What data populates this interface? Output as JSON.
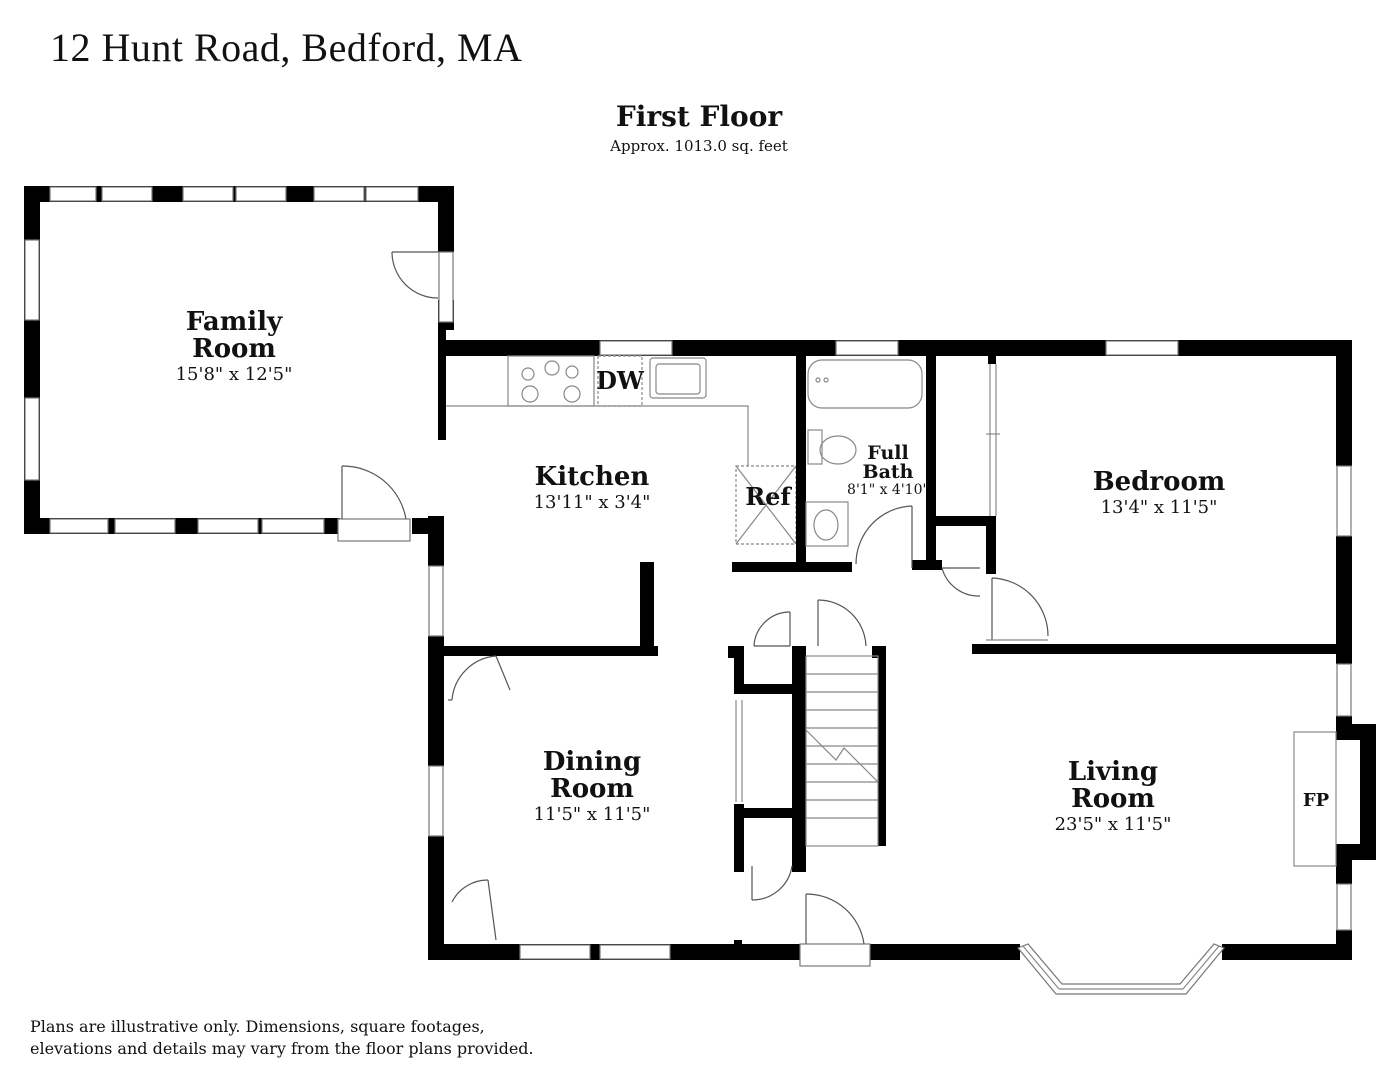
{
  "header": {
    "address": "12 Hunt Road, Bedford, MA",
    "floor_title": "First Floor",
    "floor_area": "Approx. 1013.0 sq. feet"
  },
  "rooms": {
    "family": {
      "line1": "Family",
      "line2": "Room",
      "dims": "15'8\" x 12'5\""
    },
    "kitchen": {
      "line1": "Kitchen",
      "dims": "13'11\" x 3'4\""
    },
    "bath": {
      "line1": "Full",
      "line2": "Bath",
      "dims": "8'1\" x 4'10\""
    },
    "bedroom": {
      "line1": "Bedroom",
      "dims": "13'4\" x 11'5\""
    },
    "dining": {
      "line1": "Dining",
      "line2": "Room",
      "dims": "11'5\" x 11'5\""
    },
    "living": {
      "line1": "Living",
      "line2": "Room",
      "dims": "23'5\" x 11'5\""
    }
  },
  "fixtures": {
    "dw": "DW",
    "ref": "Ref",
    "fp": "FP"
  },
  "footer": {
    "line1": "Plans are illustrative only. Dimensions, square footages,",
    "line2": "elevations and details may vary from the floor plans provided."
  }
}
